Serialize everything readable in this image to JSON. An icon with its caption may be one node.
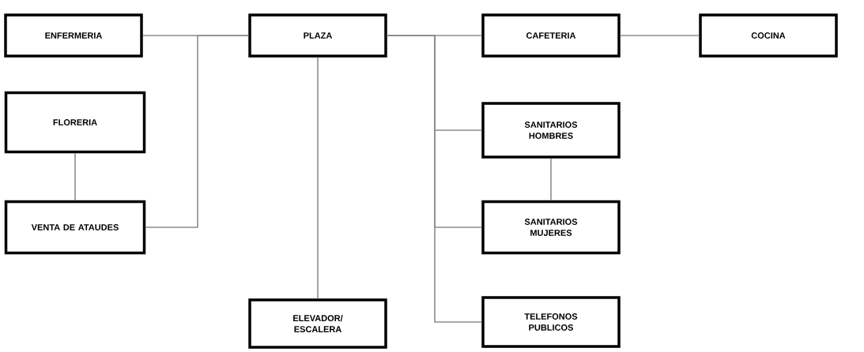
{
  "diagram": {
    "nodes": [
      {
        "text": [
          "ENFERMERIA"
        ]
      },
      {
        "text": [
          "PLAZA"
        ]
      },
      {
        "text": [
          "CAFETERIA"
        ]
      },
      {
        "text": [
          "COCINA"
        ]
      },
      {
        "text": [
          "FLORERIA"
        ]
      },
      {
        "text": [
          "VENTA DE ATAUDES"
        ]
      },
      {
        "text": [
          "ELEVADOR/ ESCALERA"
        ]
      },
      {
        "text": [
          "SANITARIOS HOMBRES"
        ]
      },
      {
        "text": [
          "SANITARIOS MUJERES"
        ]
      },
      {
        "text": [
          "TELEFONOS PUBLICOS"
        ]
      }
    ],
    "edges": [
      {
        "from": 0,
        "to": 1,
        "arrow": "none"
      },
      {
        "from": 5,
        "to": 1,
        "arrow": "none"
      },
      {
        "from": 4,
        "to": 5,
        "arrow": "none"
      },
      {
        "from": 1,
        "to": 6,
        "arrow": "none"
      },
      {
        "from": 1,
        "to": 2,
        "arrow": "none"
      },
      {
        "from": 2,
        "to": 3,
        "arrow": "none"
      },
      {
        "from": 1,
        "to": 7,
        "arrow": "none"
      },
      {
        "from": 1,
        "to": 8,
        "arrow": "none"
      },
      {
        "from": 1,
        "to": 9,
        "arrow": "none"
      },
      {
        "from": 7,
        "to": 8,
        "arrow": "none"
      }
    ]
  }
}
